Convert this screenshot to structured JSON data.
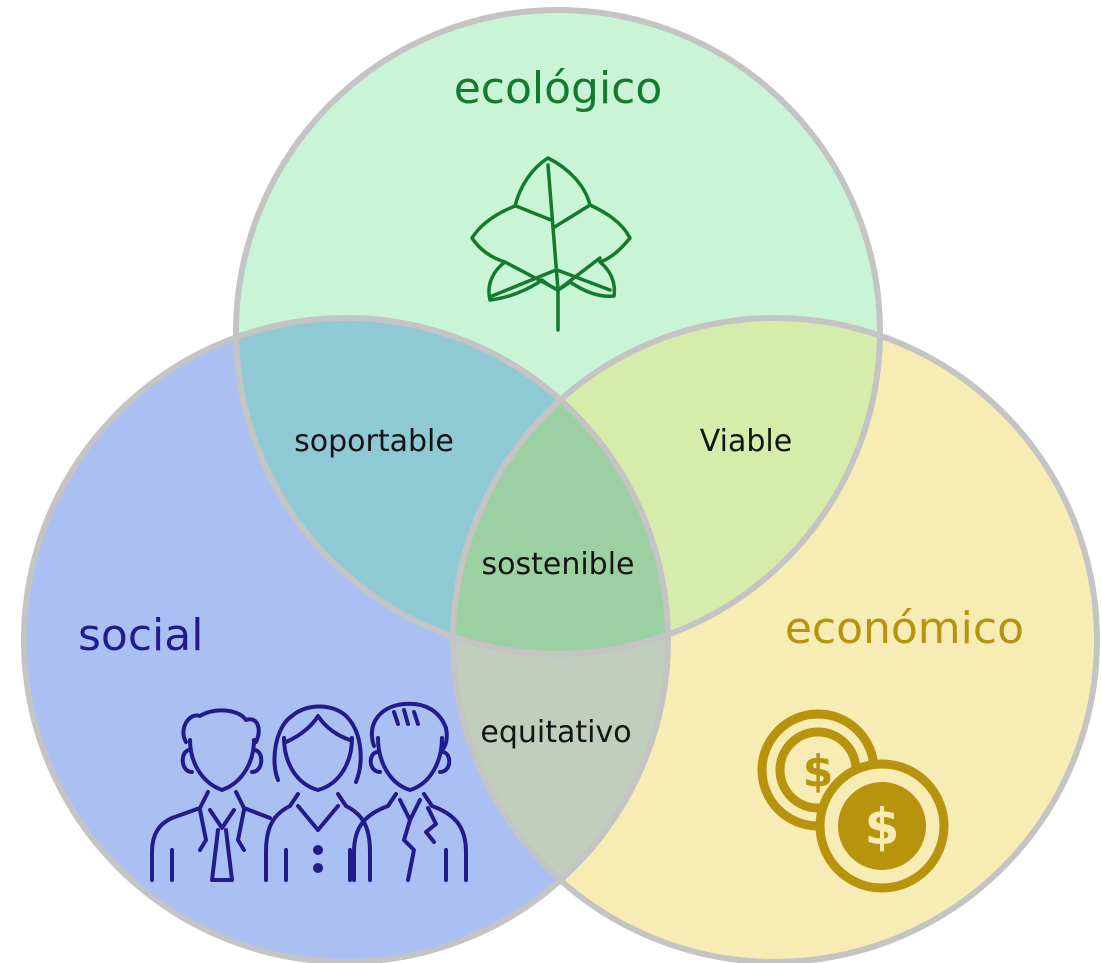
{
  "diagram": {
    "sets": [
      {
        "id": "ecologico",
        "label": "ecológico",
        "icon": "leaf-icon",
        "fill": "#c9f5d6",
        "label_color": "#137a2e",
        "icon_color": "#137a2e"
      },
      {
        "id": "social",
        "label": "social",
        "icon": "people-icon",
        "fill": "#aabff2",
        "label_color": "#231b8a",
        "icon_color": "#231b8a"
      },
      {
        "id": "economico",
        "label": "económico",
        "icon": "coins-icon",
        "fill": "#f7ecb3",
        "label_color": "#b8930e",
        "icon_color": "#b8930e"
      }
    ],
    "intersections": {
      "ecologico_social": "soportable",
      "ecologico_economico": "Viable",
      "social_economico": "equitativo",
      "all": "sostenible"
    },
    "intersection_colors": {
      "ecologico_social": "#8fcad4",
      "ecologico_economico": "#d6ecab",
      "social_economico": "#c2cdbb",
      "all": "#9ccfa1"
    },
    "outline_color": "#c4c4c4"
  }
}
